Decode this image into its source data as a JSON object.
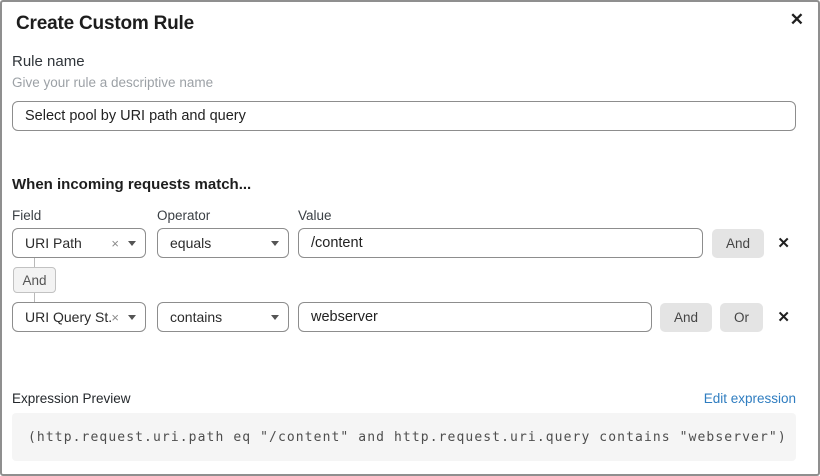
{
  "dialog": {
    "title": "Create Custom Rule",
    "close_icon": "✕"
  },
  "rule_name": {
    "label": "Rule name",
    "hint": "Give your rule a descriptive name",
    "value": "Select pool by URI path and query"
  },
  "matcher": {
    "header": "When incoming requests match...",
    "columns": {
      "field": "Field",
      "operator": "Operator",
      "value": "Value"
    },
    "connector_label": "And",
    "rows": [
      {
        "field": "URI Path",
        "clear_icon": "×",
        "operator": "equals",
        "value": "/content",
        "and_label": "And",
        "remove_icon": "✕"
      },
      {
        "field": "URI Query St...",
        "clear_icon": "×",
        "operator": "contains",
        "value": "webserver",
        "and_label": "And",
        "or_label": "Or",
        "remove_icon": "✕"
      }
    ]
  },
  "expression": {
    "label": "Expression Preview",
    "edit_link": "Edit expression",
    "code": "(http.request.uri.path eq \"/content\" and http.request.uri.query contains \"webserver\")"
  },
  "colors": {
    "link_blue": "#2f7dc0",
    "chip_button_bg": "#e4e4e4",
    "code_bg": "#f5f5f5"
  }
}
